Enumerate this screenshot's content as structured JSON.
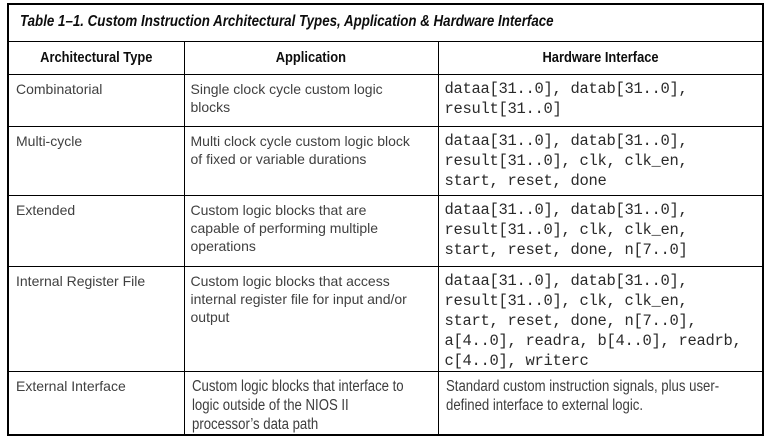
{
  "table": {
    "title": "Table 1–1. Custom Instruction Architectural Types, Application & Hardware Interface",
    "columns": [
      "Architectural Type",
      "Application",
      "Hardware Interface"
    ],
    "rows": [
      {
        "type": "Combinatorial",
        "application": "Single clock cycle custom logic\nblocks",
        "hardware": "dataa[31..0], datab[31..0],\nresult[31..0]",
        "hardware_format": "code"
      },
      {
        "type": "Multi-cycle",
        "application": "Multi clock cycle custom logic block\nof fixed or variable durations",
        "hardware": "dataa[31..0], datab[31..0],\nresult[31..0], clk, clk_en,\nstart, reset, done",
        "hardware_format": "code"
      },
      {
        "type": "Extended",
        "application": "Custom logic blocks that are\ncapable of performing multiple\noperations",
        "hardware": "dataa[31..0], datab[31..0],\nresult[31..0], clk, clk_en,\nstart, reset, done, n[7..0]",
        "hardware_format": "code"
      },
      {
        "type": "Internal Register File",
        "application": "Custom logic blocks that access\ninternal register file for input and/or\noutput",
        "hardware": "dataa[31..0], datab[31..0],\nresult[31..0], clk, clk_en,\nstart, reset, done, n[7..0],\na[4..0], readra, b[4..0], readrb,\nc[4..0], writerc",
        "hardware_format": "code"
      },
      {
        "type": "External Interface",
        "application": "Custom logic blocks that interface to\nlogic outside of the NIOS II\nprocessor’s data path",
        "hardware": "Standard custom instruction signals, plus user-\ndefined interface to external logic.",
        "hardware_format": "text"
      }
    ]
  },
  "colors": {
    "border": "#000000",
    "heading_text": "#0d0d0d",
    "body_text": "#404040",
    "code_text": "#2a2a2a",
    "background": "#ffffff"
  }
}
